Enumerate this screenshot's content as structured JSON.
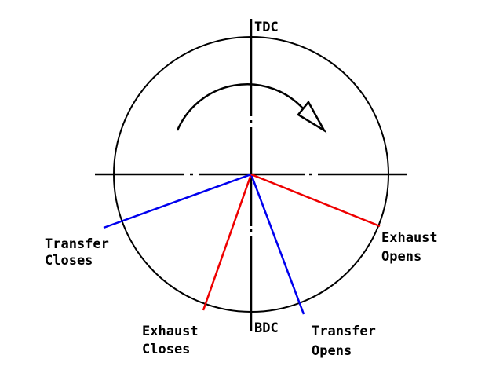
{
  "diagram": {
    "markers": {
      "top": "TDC",
      "bottom": "BDC"
    },
    "events": [
      {
        "id": "transfer-closes",
        "line1": "Transfer",
        "line2": "Closes",
        "color": "#0000ee"
      },
      {
        "id": "exhaust-closes",
        "line1": "Exhaust",
        "line2": "Closes",
        "color": "#ee0000"
      },
      {
        "id": "transfer-opens",
        "line1": "Transfer",
        "line2": "Opens",
        "color": "#0000ee"
      },
      {
        "id": "exhaust-opens",
        "line1": "Exhaust",
        "line2": "Opens",
        "color": "#ee0000"
      }
    ],
    "rotation_arrow_icon": "clockwise-arrow-icon",
    "colors": {
      "circle": "#000000",
      "transfer": "#0000ee",
      "exhaust": "#ee0000"
    }
  }
}
